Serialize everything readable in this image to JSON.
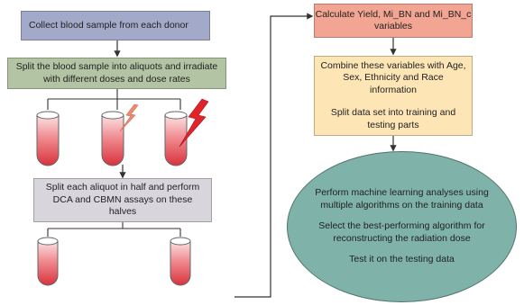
{
  "steps": {
    "collect": "Collect blood sample from each donor",
    "split_aliquots": "Split the blood sample into aliquots and irradiate with different doses and dose rates",
    "split_halves": "Split each aliquot in half and perform DCA and CBMN assays on these halves",
    "calculate": "Calculate Yield, Mi_BN and Mi_BN_c variables",
    "combine": "Combine these variables with Age, Sex, Ethnicity and Race information",
    "split_data": "Split data set into training and testing parts",
    "ml_perform": "Perform machine learning analyses using multiple algorithms on the training data",
    "ml_select": "Select the best-performing algorithm for reconstructing the radiation dose",
    "ml_test": "Test it on the testing data"
  },
  "colors": {
    "collect": "#a3a9c8",
    "split_aliquots": "#b3c4a4",
    "split_halves": "#d9d5dc",
    "calculate": "#f2a592",
    "combine": "#fde5b5",
    "ml": "#7fb2a8",
    "blood": "#e0404a",
    "lightning": "#e0242a",
    "lightning_light": "#ef8a6e"
  }
}
